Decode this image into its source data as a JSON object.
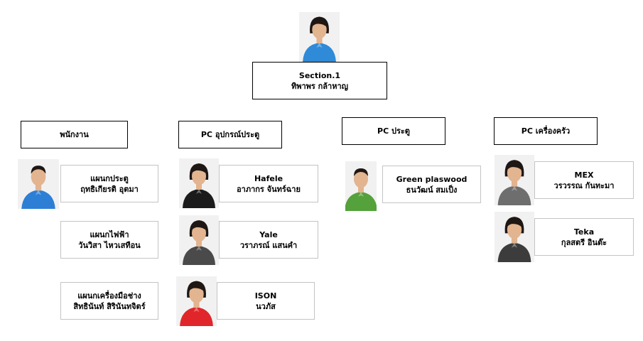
{
  "root": {
    "title": "Section.1",
    "name": "ทิพาพร กล้าหาญ"
  },
  "columns": [
    {
      "title": "พนักงาน",
      "members": [
        {
          "title": "แผนกประตู",
          "name": "ฤทธิเกียรติ อุตมา",
          "shirt": "#2d7fd6"
        },
        {
          "title": "แผนกไฟฟ้า",
          "name": "วันวิสา ไหวเสทือน"
        },
        {
          "title": "แผนกเครื่องมือช่าง",
          "name": "สิทธินันท์ สิรินันทจิตร์"
        }
      ]
    },
    {
      "title": "PC อุปกรณ์ประตู",
      "members": [
        {
          "title": "Hafele",
          "name": "อาภากร จันทร์ฉาย",
          "shirt": "#1b1b1b"
        },
        {
          "title": "Yale",
          "name": "วราภรณ์ แสนคำ",
          "shirt": "#4a4a4a"
        },
        {
          "title": "ISON",
          "name": "นวภัส",
          "shirt": "#e0262a"
        }
      ]
    },
    {
      "title": "PC ประตู",
      "members": [
        {
          "title": "Green plaswood",
          "name": "ธนวัฒน์ สมเป็ง",
          "shirt": "#55a13b"
        }
      ]
    },
    {
      "title": "PC เครื่องครัว",
      "members": [
        {
          "title": "MEX",
          "name": "วรวรรณ กันทะมา",
          "shirt": "#6e6e6e"
        },
        {
          "title": "Teka",
          "name": "กุลสตรี อินต๊ะ",
          "shirt": "#3c3c3c"
        }
      ]
    }
  ],
  "colors": {
    "skin": "#e2b48f",
    "hair": "#1e1714",
    "photo_bg": "#f1f1f1"
  }
}
